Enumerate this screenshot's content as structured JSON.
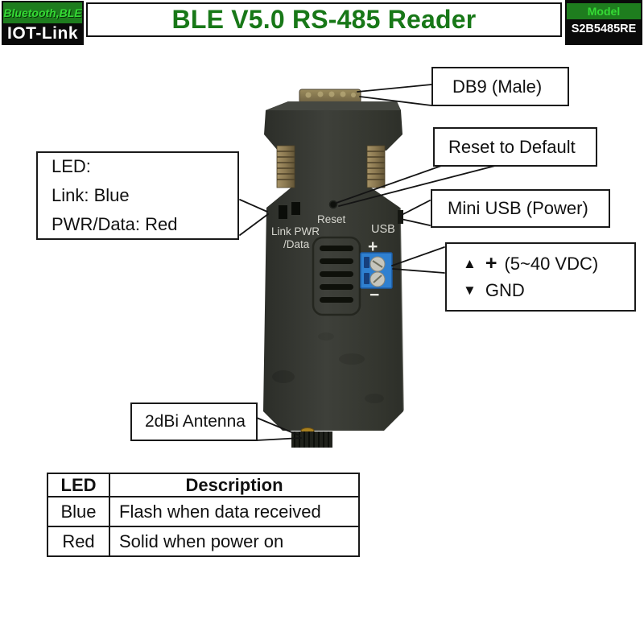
{
  "header": {
    "brand_top": "Bluetooth,BLE",
    "brand_bottom": "IOT-Link",
    "title": "BLE V5.0 RS-485 Reader",
    "model_label": "Model",
    "model_value": "S2B5485RE"
  },
  "colors": {
    "title_green": "#187818",
    "brand_green_bg": "#1e7d1e",
    "brand_green_text": "#35da35",
    "terminal_block_blue": "#2f80d0",
    "device_body": "#34362f"
  },
  "callouts": {
    "db9": "DB9 (Male)",
    "reset": "Reset to Default",
    "mini_usb": "Mini USB (Power)",
    "power": {
      "up_triangle": "▲",
      "plus": "+",
      "voltage": "(5~40 VDC)",
      "down_triangle": "▼",
      "gnd": "GND"
    },
    "led": {
      "line1": "LED:",
      "line2": "Link: Blue",
      "line3": "PWR/Data: Red"
    },
    "antenna": "2dBi Antenna"
  },
  "device_labels": {
    "link_pwr": "Link PWR",
    "data": "/Data",
    "reset": "Reset",
    "usb": "USB",
    "plus": "+",
    "minus": "−"
  },
  "table": {
    "headers": [
      "LED",
      "Description"
    ],
    "rows": [
      [
        "Blue",
        "Flash when data received"
      ],
      [
        "Red",
        "Solid when power on"
      ]
    ]
  }
}
